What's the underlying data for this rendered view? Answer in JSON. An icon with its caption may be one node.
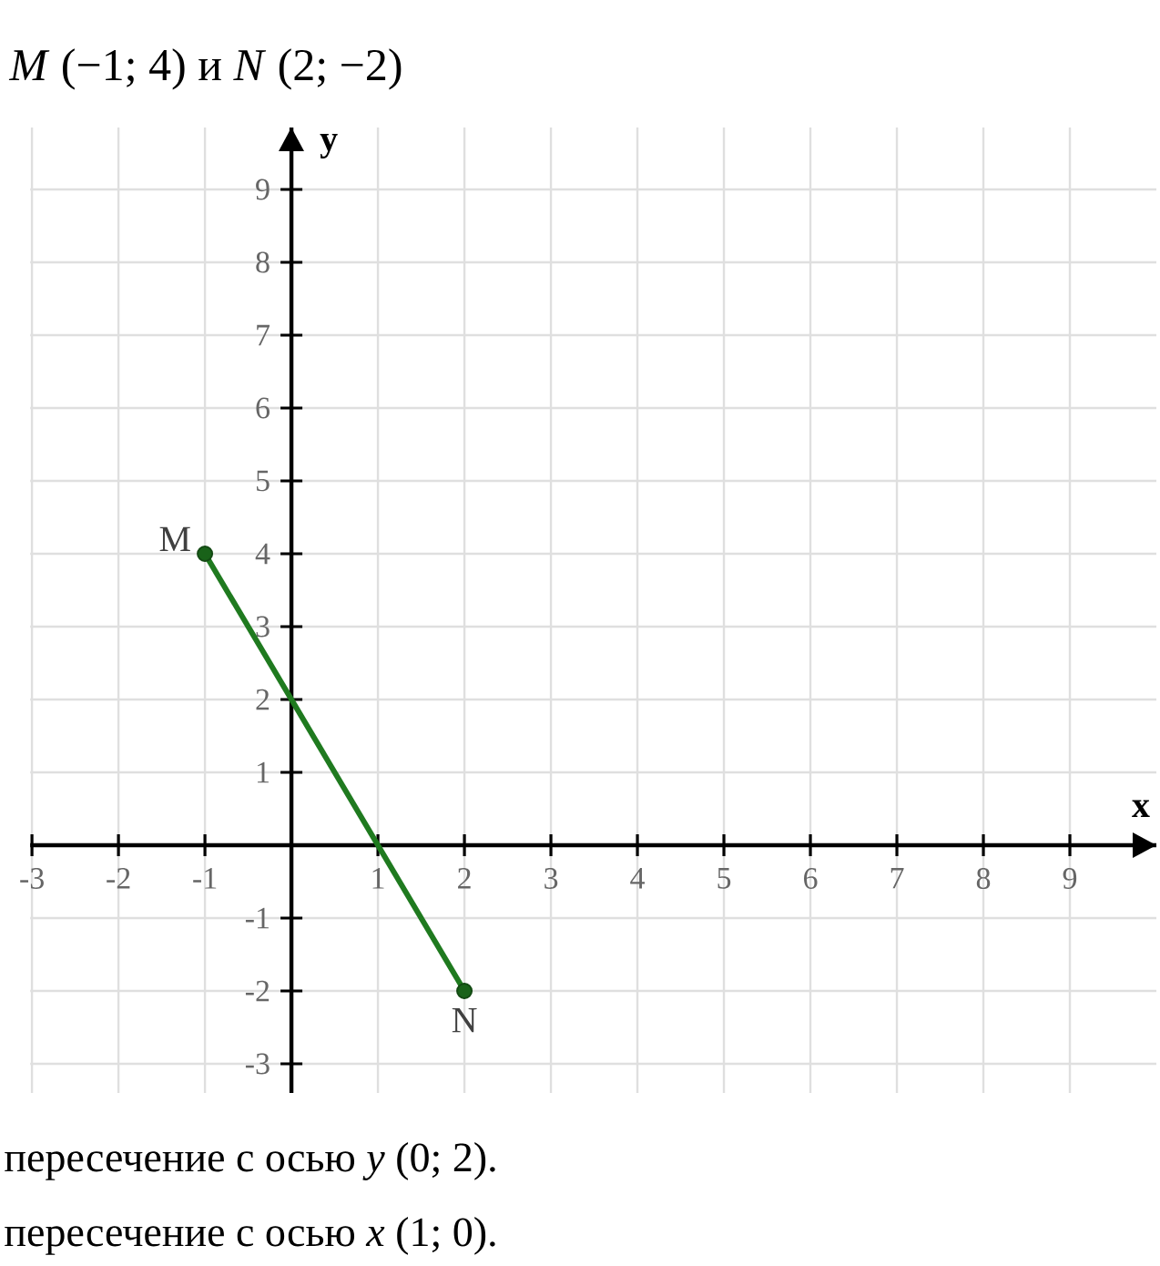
{
  "diagram": {
    "title": "*M* (−1; 4) и *N* (2; −2)",
    "labels": [
      "пересечение с осью *y* (0; 2).",
      "пересечение с осью *x* (1; 0)."
    ],
    "chart_data": {
      "type": "line",
      "xlabel": "x",
      "ylabel": "y",
      "x": [
        -1,
        2
      ],
      "series": [
        {
          "color": "#1f7a1f",
          "marker": "circle",
          "values": [
            4,
            -2
          ]
        }
      ],
      "grid": true,
      "xlim": [
        -3,
        10
      ],
      "ylim": [
        -3.4,
        9.85
      ],
      "xticks": [
        -3,
        -2,
        -1,
        1,
        2,
        3,
        4,
        5,
        6,
        7,
        8,
        9
      ],
      "yticks": [
        -3,
        -2,
        -1,
        1,
        2,
        3,
        4,
        5,
        6,
        7,
        8,
        9
      ],
      "annotations": [
        {
          "x": -1,
          "y": 4,
          "text": "M"
        },
        {
          "x": 2,
          "y": -2,
          "text": "N"
        }
      ]
    }
  }
}
